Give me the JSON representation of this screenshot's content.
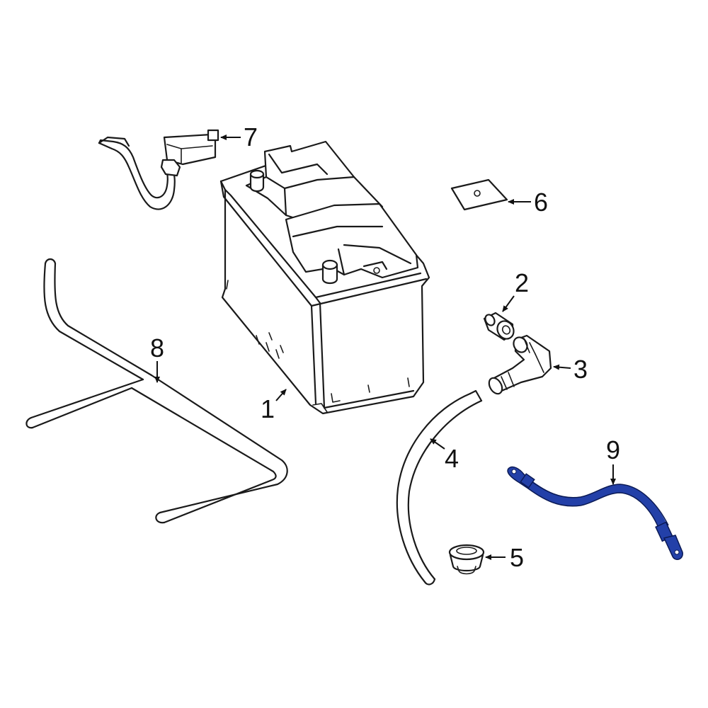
{
  "callouts": {
    "c1": "1",
    "c2": "2",
    "c3": "3",
    "c4": "4",
    "c5": "5",
    "c6": "6",
    "c7": "7",
    "c8": "8",
    "c9": "9"
  },
  "colors": {
    "highlight": "#2340a8",
    "line": "#1a1a1a",
    "background": "#ffffff"
  }
}
